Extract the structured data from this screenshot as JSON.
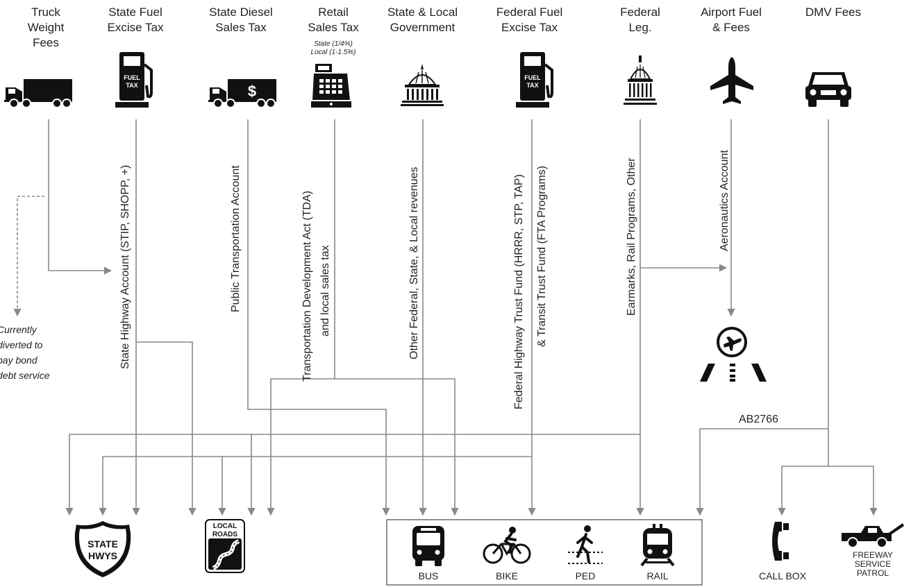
{
  "sources": [
    {
      "id": "truck_weight",
      "lines": [
        "Truck",
        "Weight",
        "Fees"
      ],
      "icon": "truck-icon"
    },
    {
      "id": "state_fuel",
      "lines": [
        "State Fuel",
        "Excise Tax"
      ],
      "icon": "fuel-pump-icon",
      "icon_text": [
        "FUEL",
        "TAX"
      ]
    },
    {
      "id": "state_diesel",
      "lines": [
        "State Diesel",
        "Sales Tax"
      ],
      "icon": "truck-dollar-icon",
      "icon_text": [
        "$"
      ]
    },
    {
      "id": "retail_sales",
      "lines": [
        "Retail",
        "Sales Tax"
      ],
      "sublines": [
        "State (1/4%)",
        "Local (1-1.5%)"
      ],
      "icon": "cash-register-icon"
    },
    {
      "id": "state_local_gov",
      "lines": [
        "State & Local",
        "Government"
      ],
      "icon": "capitol-icon"
    },
    {
      "id": "federal_fuel",
      "lines": [
        "Federal Fuel",
        "Excise Tax"
      ],
      "icon": "fuel-pump-icon",
      "icon_text": [
        "FUEL",
        "TAX"
      ]
    },
    {
      "id": "federal_leg",
      "lines": [
        "Federal",
        "Leg."
      ],
      "icon": "capitol-dome-icon"
    },
    {
      "id": "airport",
      "lines": [
        "Airport Fuel",
        "& Fees"
      ],
      "icon": "airplane-icon"
    },
    {
      "id": "dmv",
      "lines": [
        "DMV Fees"
      ],
      "icon": "car-icon"
    }
  ],
  "accounts": {
    "state_highway": "State Highway Account (STIP, SHOPP, +)",
    "public_transportation": "Public Transportation Account",
    "tda": "Transportation Development Act (TDA)",
    "tda_sub": "and local  sales tax",
    "other_revenues": "Other Federal, State, & Local revenues",
    "fed_hwy_trust": "Federal Highway Trust Fund (HRRR, STP, TAP)",
    "transit_trust": "& Transit Trust Fund (FTA Programs)",
    "earmarks": "Earmarks, Rail Programs, Other",
    "aeronautics": "Aeronautics Account"
  },
  "note_lines": [
    "Currently",
    "diverted to",
    "pay bond",
    "debt service"
  ],
  "ab_label": "AB2766",
  "destinations": {
    "state_hwys": [
      "STATE",
      "HWYS"
    ],
    "local_roads": [
      "LOCAL",
      "ROADS"
    ],
    "bus": "BUS",
    "bike": "BIKE",
    "ped": "PED",
    "rail": "RAIL",
    "call_box": "CALL BOX",
    "freeway_patrol": [
      "FREEWAY",
      "SERVICE",
      "PATROL"
    ]
  },
  "colors": {
    "line": "#888888",
    "icon": "#111111",
    "text": "#222222"
  }
}
